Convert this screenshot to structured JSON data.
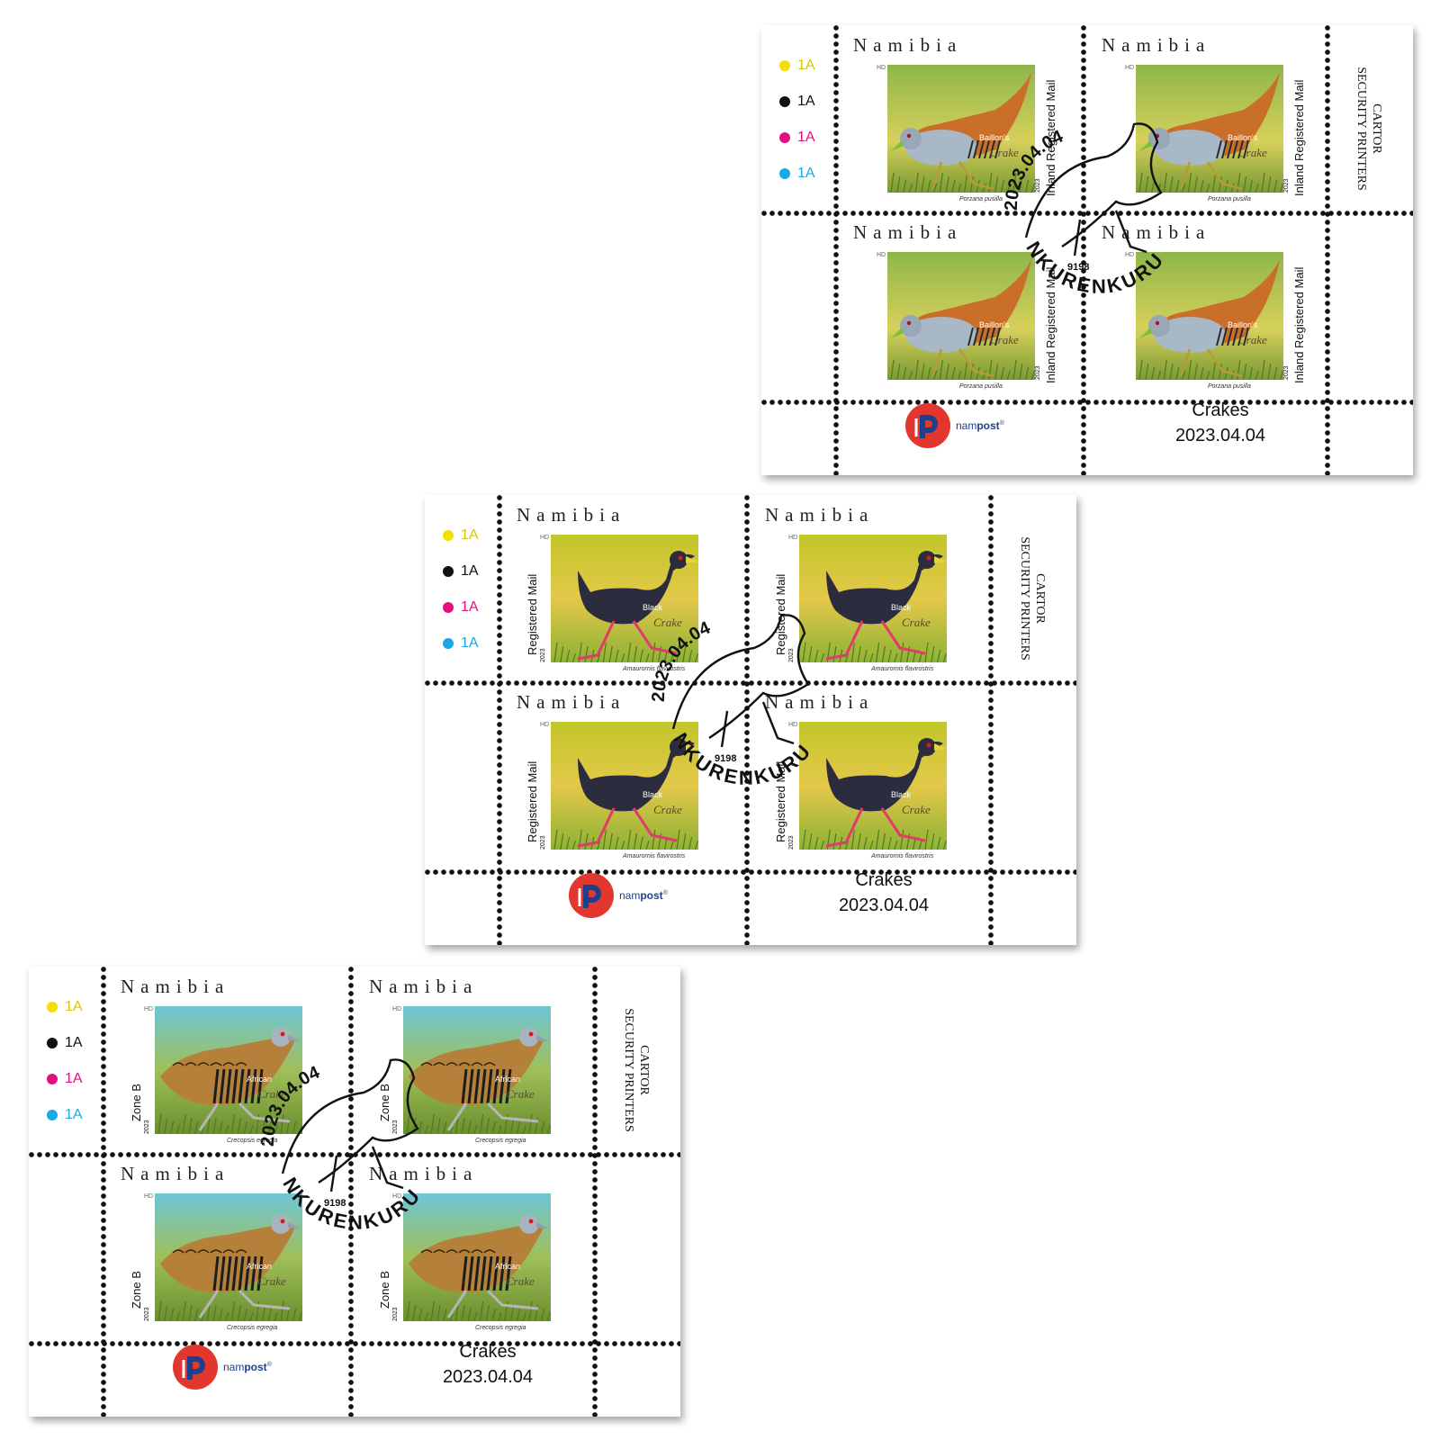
{
  "sheets": [
    {
      "id": "baillons",
      "color_bars": [
        {
          "label": "1A",
          "color": "#f2e000"
        },
        {
          "label": "1A",
          "color": "#111111"
        },
        {
          "label": "1A",
          "color": "#e0107f"
        },
        {
          "label": "1A",
          "color": "#19a8e6"
        }
      ],
      "printer": [
        "CARTOR",
        "SECURITY PRINTERS"
      ],
      "stamp": {
        "country": "Namibia",
        "denomination": "Inland Registered Mail",
        "year": "2023",
        "hd": "HD",
        "name_line1": "Baillon's",
        "name_line2": "Crake",
        "scientific": "Porzana pusilla"
      },
      "logo_text": {
        "a": "nam",
        "b": "post",
        "reg": "®"
      },
      "issue_name": "Crakes",
      "issue_date": "2023.04.04",
      "postmark": {
        "date": "2023.04.04",
        "place": "NKURENKURU",
        "code": "9198"
      }
    },
    {
      "id": "black",
      "color_bars": [
        {
          "label": "1A",
          "color": "#f2e000"
        },
        {
          "label": "1A",
          "color": "#111111"
        },
        {
          "label": "1A",
          "color": "#e0107f"
        },
        {
          "label": "1A",
          "color": "#19a8e6"
        }
      ],
      "printer": [
        "CARTOR",
        "SECURITY PRINTERS"
      ],
      "stamp": {
        "country": "Namibia",
        "denomination": "Registered Mail",
        "year": "2023",
        "hd": "HD",
        "name_line1": "Black",
        "name_line2": "Crake",
        "scientific": "Amaurornis flavirostris"
      },
      "logo_text": {
        "a": "nam",
        "b": "post",
        "reg": "®"
      },
      "issue_name": "Crakes",
      "issue_date": "2023.04.04",
      "postmark": {
        "date": "2023.04.04",
        "place": "NKURENKURU",
        "code": "9198"
      }
    },
    {
      "id": "african",
      "color_bars": [
        {
          "label": "1A",
          "color": "#f2e000"
        },
        {
          "label": "1A",
          "color": "#111111"
        },
        {
          "label": "1A",
          "color": "#e0107f"
        },
        {
          "label": "1A",
          "color": "#19a8e6"
        }
      ],
      "printer": [
        "CARTOR",
        "SECURITY PRINTERS"
      ],
      "stamp": {
        "country": "Namibia",
        "denomination": "Zone B",
        "year": "2023",
        "hd": "HD",
        "name_line1": "African",
        "name_line2": "Crake",
        "scientific": "Crecopsis egregia"
      },
      "logo_text": {
        "a": "nam",
        "b": "post",
        "reg": "®"
      },
      "issue_name": "Crakes",
      "issue_date": "2023.04.04",
      "postmark": {
        "date": "2023.04.04",
        "place": "NKURENKURU",
        "code": "9198"
      }
    }
  ]
}
